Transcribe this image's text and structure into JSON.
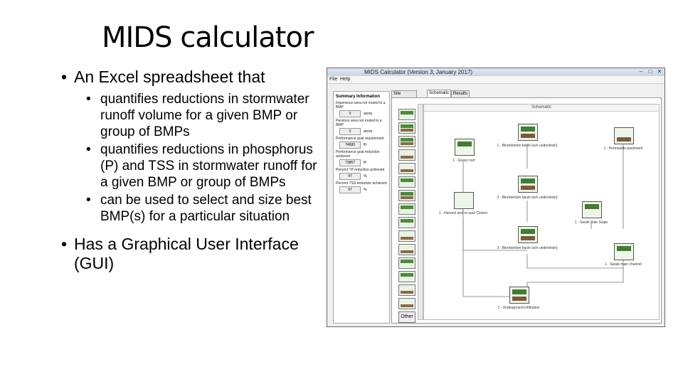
{
  "slide": {
    "title": "MIDS calculator",
    "bullets": {
      "b1": "An Excel spreadsheet that",
      "sub1": "quantifies reductions in stormwater runoff volume for a given BMP or group of BMPs",
      "sub2": "quantifies reductions in phosphorus (P) and TSS in stormwater runoff for a given BMP or group of BMPs",
      "sub3": "can be used to select and size best BMP(s) for a particular situation",
      "b2": "Has a Graphical User Interface (GUI)"
    }
  },
  "window": {
    "title": "MIDS Calculator (Version 3, January 2017)",
    "menu": {
      "file": "File",
      "help": "Help"
    },
    "controls": {
      "min": "–",
      "max": "□",
      "close": "✕"
    },
    "summary": {
      "heading": "Summary Information",
      "impervious_label": "Impervious area not routed to a BMP",
      "impervious_value": "0",
      "impervious_unit": "acres",
      "pervious_label": "Pervious area not routed to a BMP",
      "pervious_value": "0",
      "pervious_unit": "acres",
      "goal_label": "Performance goal requirement",
      "goal_value": "74680",
      "goal_unit": "ft³",
      "achieved_label": "Performance goal reduction achieved",
      "achieved_value": "73867",
      "achieved_unit": "ft³",
      "tp_label": "Percent TP reduction achieved",
      "tp_value": "97",
      "tp_unit": "%",
      "tss_label": "Percent TSS reduction achieved",
      "tss_value": "97",
      "tss_unit": "%"
    },
    "tabs": [
      "Site Information",
      "Schematic",
      "Results"
    ],
    "schematic_header": "Schematic",
    "palette_other": "Other",
    "nodes": {
      "green_roof": "1 - Green roof",
      "bio1": "1 - Bioretention basin (w/o underdrain)",
      "permeable": "1 - Permeable pavement",
      "harvest": "1 - Harvest and re-use/ Cistern",
      "bio2": "2 - Bioretention basin (w/o underdrain)",
      "swale_side": "1 - Swale Side Slope",
      "bio3": "3 - Bioretention basin (w/o underdrain)",
      "swale_main": "1 - Swale main channel",
      "underground": "1 - Underground infiltration"
    }
  }
}
